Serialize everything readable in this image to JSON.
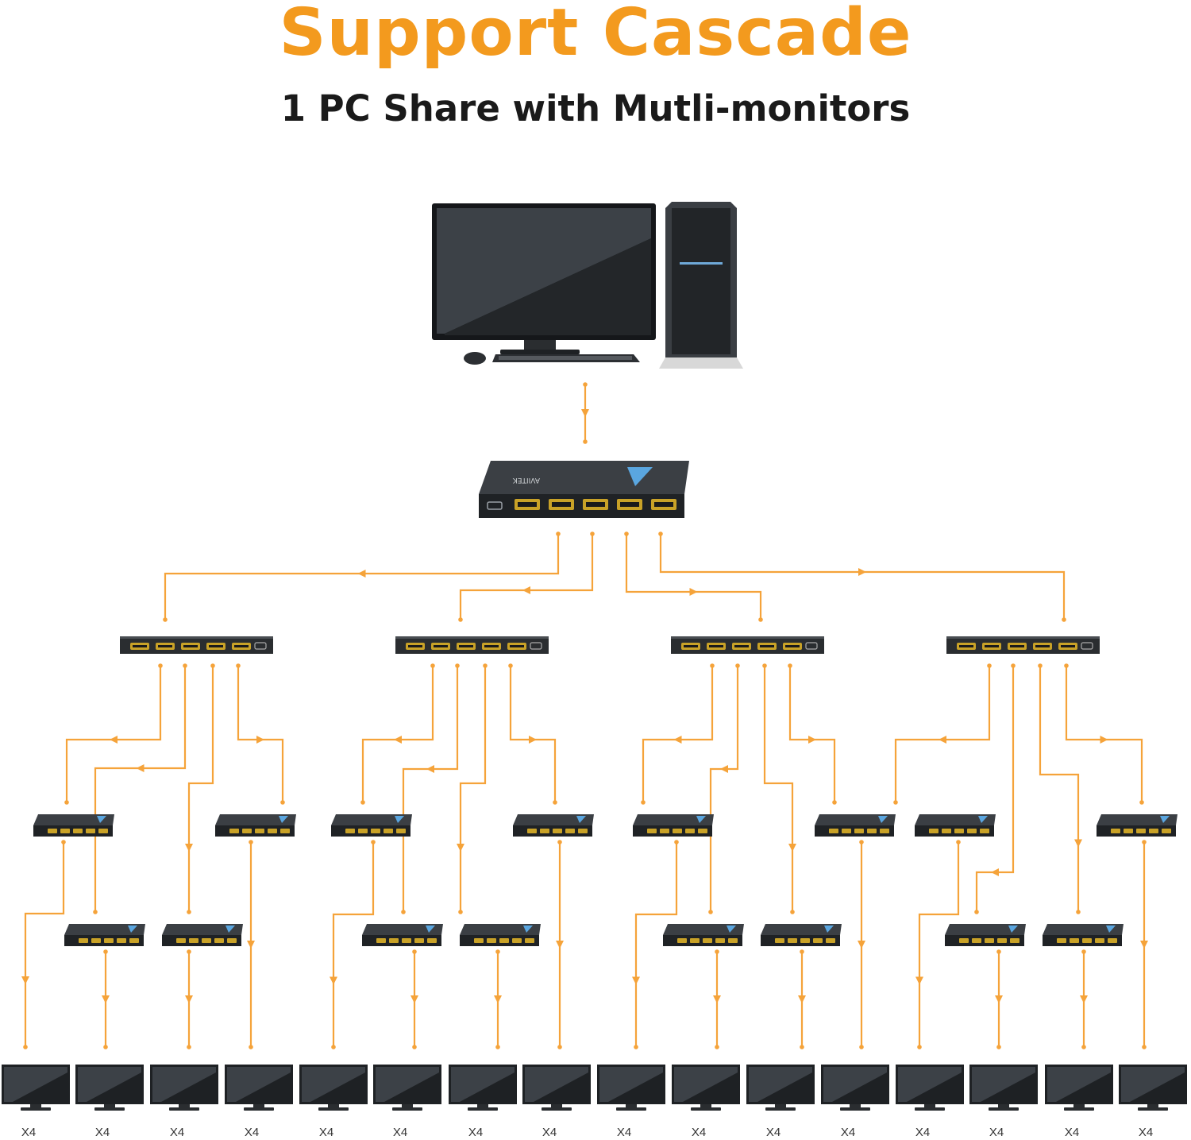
{
  "header": {
    "title": "Support Cascade",
    "subtitle": "1 PC Share with Mutli-monitors"
  },
  "colors": {
    "title": "#F39A1E",
    "line": "#F5A33A",
    "device": "#2A2D30",
    "port": "#C9A227",
    "monitor": "#1E2124",
    "subtitle": "#1A1A1A"
  },
  "source": {
    "icon": "desktop-pc-icon",
    "tower_icon": "pc-tower-icon"
  },
  "main_splitter": {
    "icon": "hdmi-splitter-1x5-icon",
    "brand": "AVIITEK"
  },
  "splitter_icon": "hdmi-splitter-icon",
  "monitor_icon": "monitor-icon",
  "monitors": [
    {
      "label": "X4"
    },
    {
      "label": "X4"
    },
    {
      "label": "X4"
    },
    {
      "label": "X4"
    },
    {
      "label": "X4"
    },
    {
      "label": "X4"
    },
    {
      "label": "X4"
    },
    {
      "label": "X4"
    },
    {
      "label": "X4"
    },
    {
      "label": "X4"
    },
    {
      "label": "X4"
    },
    {
      "label": "X4"
    },
    {
      "label": "X4"
    },
    {
      "label": "X4"
    },
    {
      "label": "X4"
    },
    {
      "label": "X4"
    }
  ]
}
